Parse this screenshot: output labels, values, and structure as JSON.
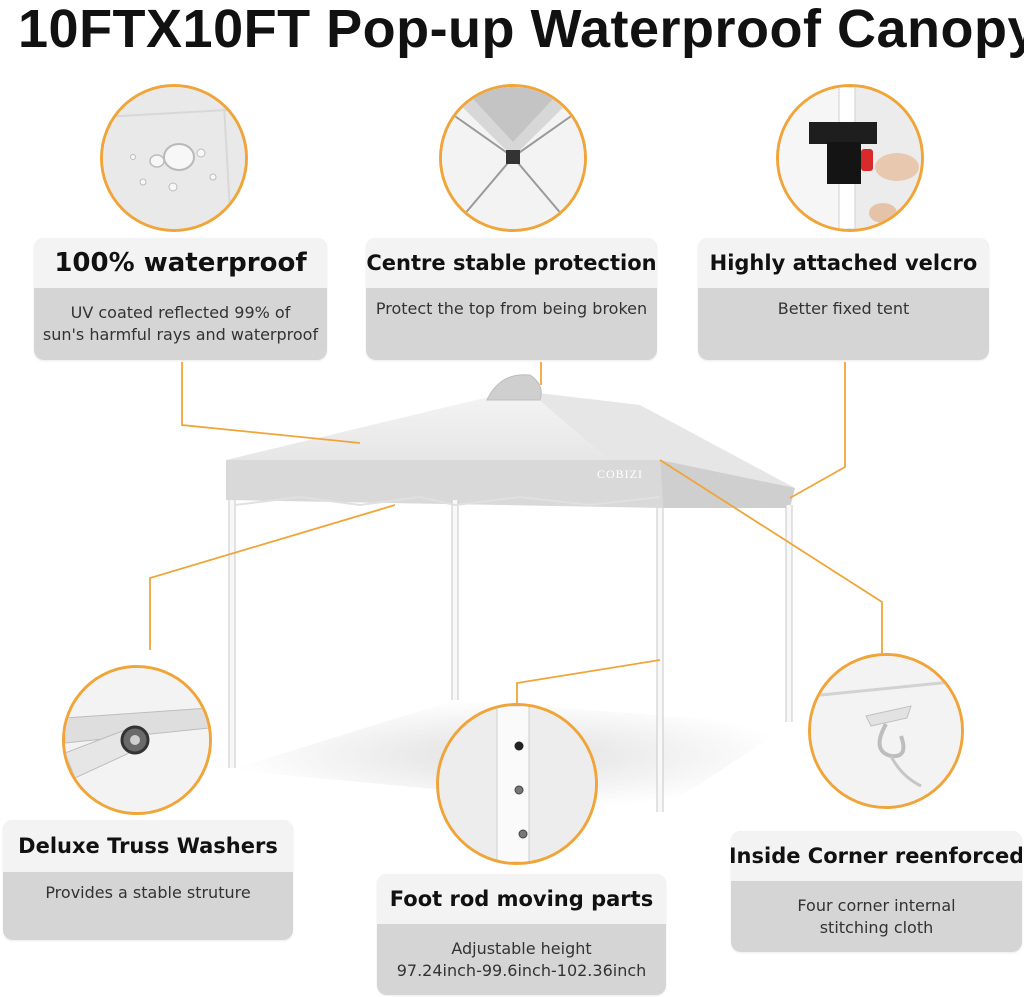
{
  "title": "10FTX10FT Pop-up Waterproof Canopy",
  "brand": "COBIZI",
  "features": {
    "waterproof": {
      "heading": "100% waterproof",
      "lines": [
        "UV coated reflected 99% of",
        "sun's harmful rays and waterproof"
      ]
    },
    "centre": {
      "heading": "Centre stable protection",
      "lines": [
        "Protect the top from being broken"
      ]
    },
    "velcro": {
      "heading": "Highly attached velcro",
      "lines": [
        "Better fixed tent"
      ]
    },
    "truss": {
      "heading": "Deluxe Truss Washers",
      "lines": [
        "Provides a stable struture"
      ]
    },
    "foot": {
      "heading": "Foot rod moving parts",
      "lines": [
        "Adjustable height",
        "97.24inch-99.6inch-102.36inch"
      ]
    },
    "corner": {
      "heading": "Inside Corner reenforced",
      "lines": [
        "Four corner internal",
        "stitching cloth"
      ]
    }
  },
  "colors": {
    "accent": "#f0a53a",
    "card_body": "#d5d5d5",
    "card_head": "#f3f3f3",
    "text": "#111111"
  }
}
